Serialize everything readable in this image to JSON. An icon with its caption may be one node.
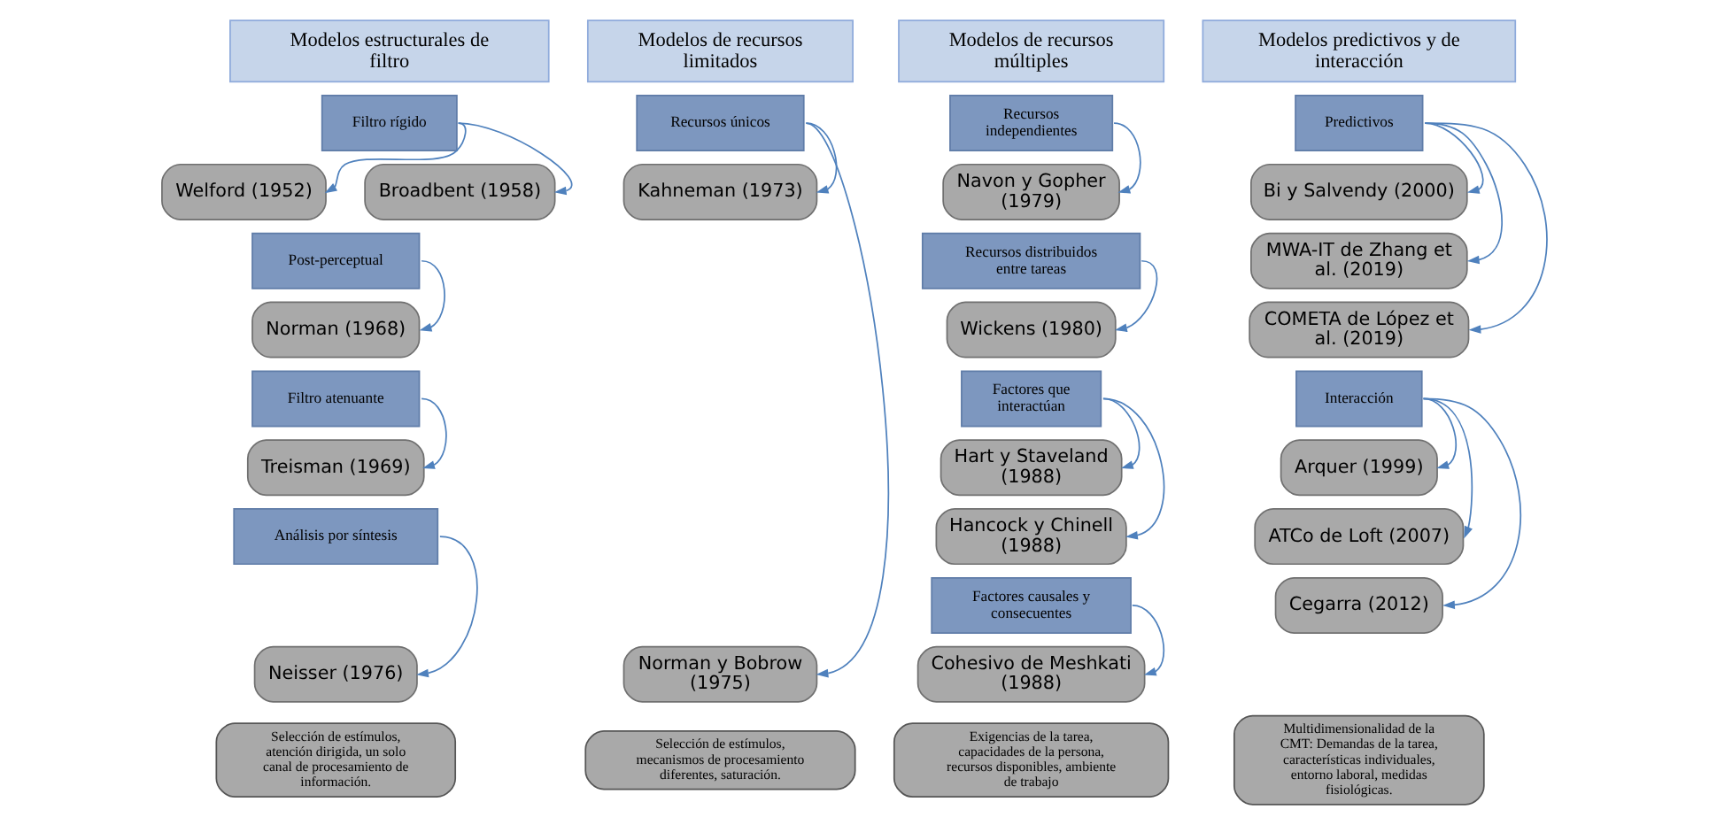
{
  "diagram": {
    "nodes": [
      {
        "text": [
          "Modelos estructurales de filtro"
        ]
      },
      {
        "text": [
          "Filtro rígido"
        ]
      },
      {
        "text": [
          "Welford (1952)"
        ]
      },
      {
        "text": [
          "Broadbent (1958)"
        ]
      },
      {
        "text": [
          "Post-perceptual"
        ]
      },
      {
        "text": [
          "Norman (1968)"
        ]
      },
      {
        "text": [
          "Filtro atenuante"
        ]
      },
      {
        "text": [
          "Treisman (1969)"
        ]
      },
      {
        "text": [
          "Análisis por síntesis"
        ]
      },
      {
        "text": [
          "Neisser (1976)"
        ]
      },
      {
        "text": [
          "Selección de estímulos, atención dirigida, un solo canal de procesamiento de información."
        ]
      },
      {
        "text": [
          "Modelos de recursos limitados"
        ]
      },
      {
        "text": [
          "Recursos únicos"
        ]
      },
      {
        "text": [
          "Kahneman (1973)"
        ]
      },
      {
        "text": [
          "Norman y Bobrow (1975)"
        ]
      },
      {
        "text": [
          "Selección de estímulos, mecanismos de procesamiento diferentes, saturación."
        ]
      },
      {
        "text": [
          "Modelos de recursos múltiples"
        ]
      },
      {
        "text": [
          "Recursos independientes"
        ]
      },
      {
        "text": [
          "Navon y Gopher (1979)"
        ]
      },
      {
        "text": [
          "Recursos distribuidos entre tareas"
        ]
      },
      {
        "text": [
          "Wickens (1980)"
        ]
      },
      {
        "text": [
          "Factores que interactúan"
        ]
      },
      {
        "text": [
          "Hart y Staveland (1988)"
        ]
      },
      {
        "text": [
          "Hancock y Chinell (1988)"
        ]
      },
      {
        "text": [
          "Factores causales y consecuentes"
        ]
      },
      {
        "text": [
          "Cohesivo de Meshkati (1988)"
        ]
      },
      {
        "text": [
          "Exigencias de la tarea, capacidades de la persona, recursos disponibles, ambiente de trabajo"
        ]
      },
      {
        "text": [
          "Modelos predictivos y de interacción"
        ]
      },
      {
        "text": [
          "Predictivos"
        ]
      },
      {
        "text": [
          "Bi y Salvendy (2000)"
        ]
      },
      {
        "text": [
          "MWA-IT de Zhang et al. (2019)"
        ]
      },
      {
        "text": [
          "COMETA de López et al. (2019)"
        ]
      },
      {
        "text": [
          "Interacción"
        ]
      },
      {
        "text": [
          "Arquer (1999)"
        ]
      },
      {
        "text": [
          "ATCo de Loft (2007)"
        ]
      },
      {
        "text": [
          "Cegarra (2012)"
        ]
      },
      {
        "text": [
          "Multidimensionalidad de la CMT: Demandas de la tarea, características individuales, entorno laboral, medidas fisiológicas."
        ]
      }
    ],
    "edges": [
      {
        "from": 1,
        "to": 2,
        "arrow": "to"
      },
      {
        "from": 1,
        "to": 3,
        "arrow": "to"
      },
      {
        "from": 4,
        "to": 5,
        "arrow": "to"
      },
      {
        "from": 6,
        "to": 7,
        "arrow": "to"
      },
      {
        "from": 8,
        "to": 9,
        "arrow": "to"
      },
      {
        "from": 12,
        "to": 13,
        "arrow": "to"
      },
      {
        "from": 12,
        "to": 14,
        "arrow": "to"
      },
      {
        "from": 17,
        "to": 18,
        "arrow": "to"
      },
      {
        "from": 19,
        "to": 20,
        "arrow": "to"
      },
      {
        "from": 21,
        "to": 22,
        "arrow": "to"
      },
      {
        "from": 21,
        "to": 23,
        "arrow": "to"
      },
      {
        "from": 24,
        "to": 25,
        "arrow": "to"
      },
      {
        "from": 28,
        "to": 29,
        "arrow": "to"
      },
      {
        "from": 28,
        "to": 30,
        "arrow": "to"
      },
      {
        "from": 28,
        "to": 31,
        "arrow": "to"
      },
      {
        "from": 32,
        "to": 33,
        "arrow": "to"
      },
      {
        "from": 32,
        "to": 34,
        "arrow": "to"
      },
      {
        "from": 32,
        "to": 35,
        "arrow": "to"
      }
    ]
  }
}
